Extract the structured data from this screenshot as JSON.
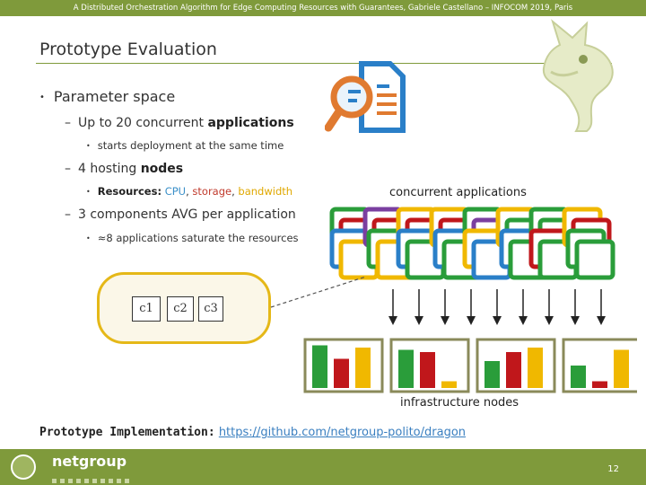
{
  "header": {
    "banner": "A Distributed Orchestration Algorithm for Edge Computing Resources with Guarantees, Gabriele Castellano – INFOCOM 2019, Paris"
  },
  "slide": {
    "title": "Prototype Evaluation"
  },
  "bullets": {
    "main": "Parameter space",
    "apps_prefix": "Up to 20 concurrent ",
    "apps_hl": "applications",
    "apps_sub": "starts deployment at the same time",
    "nodes_prefix": "4 hosting ",
    "nodes_hl": "nodes",
    "res_label": "Resources:",
    "res_cpu": "CPU",
    "res_sep1": ", ",
    "res_storage": "storage",
    "res_sep2": ", ",
    "res_bw": "bandwidth",
    "comp": "3 components AVG per application",
    "saturate": "≈8 applications saturate the resources"
  },
  "components": [
    "c1",
    "c2",
    "c3"
  ],
  "captions": {
    "apps": "concurrent applications",
    "infra": "infrastructure nodes"
  },
  "implementation": {
    "label": "Prototype Implementation:",
    "link": "https://github.com/netgroup-polito/dragon"
  },
  "footer": {
    "logo": "netgroup",
    "page": "12"
  },
  "colors": {
    "green": "#2a9d3a",
    "red": "#c0171b",
    "yellow": "#f0b800",
    "blue": "#2a7fc8",
    "purple": "#7a3fa0",
    "accent": "#7f9a3b"
  },
  "apps_grid": {
    "stacks": [
      [
        "green",
        "red",
        "blue",
        "yellow"
      ],
      [
        "purple",
        "red",
        "green",
        "yellow"
      ],
      [
        "yellow",
        "red",
        "blue",
        "green"
      ],
      [
        "yellow",
        "red",
        "blue",
        "green"
      ],
      [
        "green",
        "purple",
        "yellow",
        "blue"
      ],
      [
        "yellow",
        "green",
        "blue",
        "green"
      ],
      [
        "green",
        "green",
        "red",
        "green"
      ],
      [
        "yellow",
        "red",
        "green",
        "green"
      ]
    ]
  },
  "infra_nodes": [
    {
      "bars": [
        {
          "c": "green",
          "v": 0.95
        },
        {
          "c": "red",
          "v": 0.65
        },
        {
          "c": "yellow",
          "v": 0.9
        }
      ]
    },
    {
      "bars": [
        {
          "c": "green",
          "v": 0.85
        },
        {
          "c": "red",
          "v": 0.8
        },
        {
          "c": "yellow",
          "v": 0.15
        }
      ]
    },
    {
      "bars": [
        {
          "c": "green",
          "v": 0.6
        },
        {
          "c": "red",
          "v": 0.8
        },
        {
          "c": "yellow",
          "v": 0.9
        }
      ]
    },
    {
      "bars": [
        {
          "c": "green",
          "v": 0.5
        },
        {
          "c": "red",
          "v": 0.15
        },
        {
          "c": "yellow",
          "v": 0.85
        }
      ]
    }
  ]
}
